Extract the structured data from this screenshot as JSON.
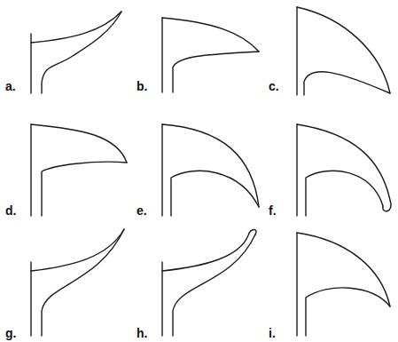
{
  "diagram": {
    "labels": [
      "a.",
      "b.",
      "c.",
      "d.",
      "e.",
      "f.",
      "g.",
      "h.",
      "i."
    ]
  }
}
